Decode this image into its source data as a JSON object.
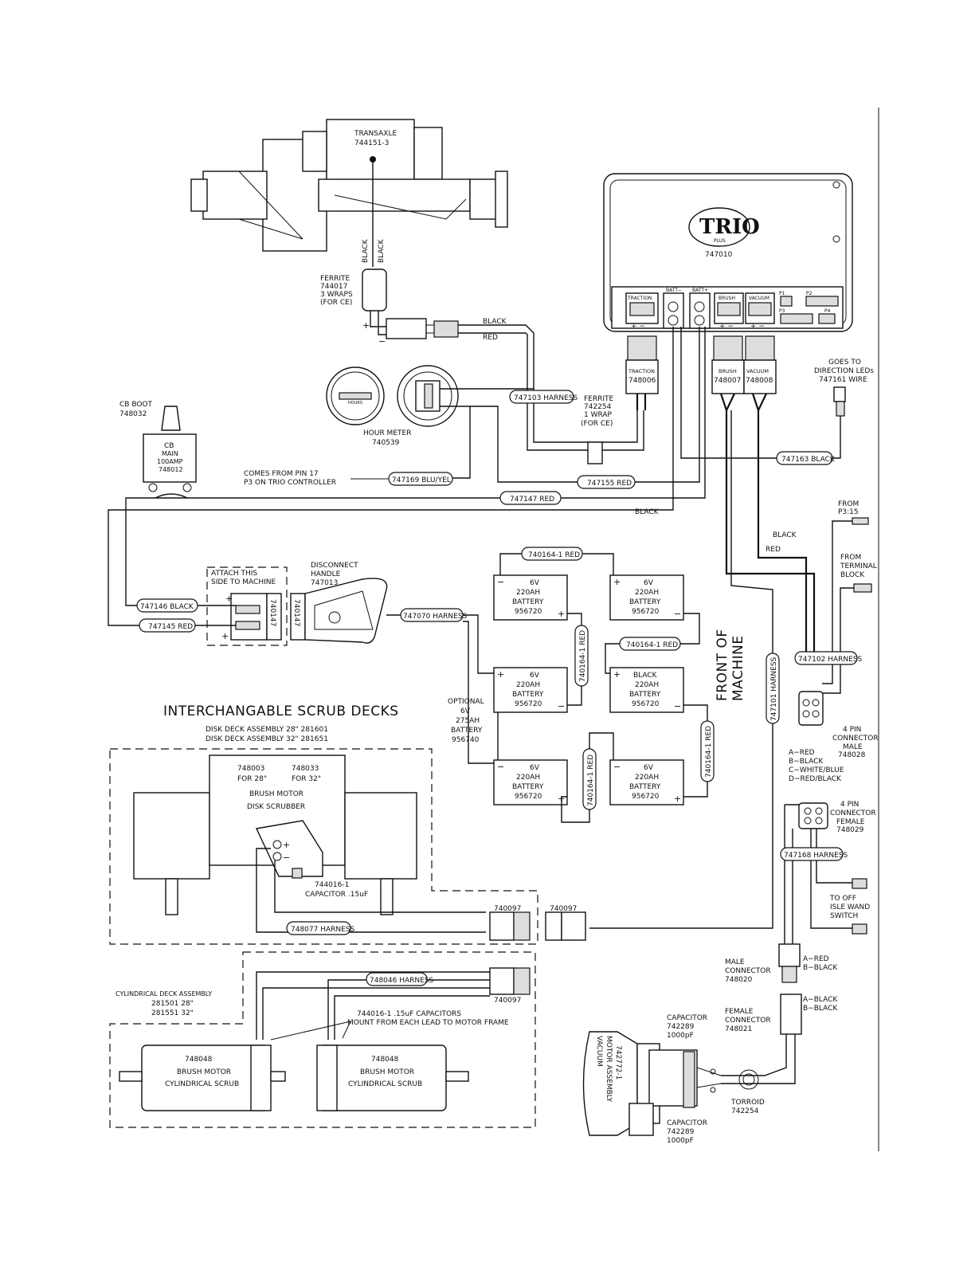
{
  "transaxle": {
    "name": "TRANSAXLE",
    "part": "744151-3",
    "wire_a": "BLACK",
    "wire_b": "BLACK"
  },
  "ferrite_1": {
    "l1": "FERRITE",
    "l2": "744017",
    "l3": "3 WRAPS",
    "l4": "(FOR CE)"
  },
  "motor_leads": {
    "black": "BLACK",
    "red": "RED",
    "plus": "+",
    "minus": "−"
  },
  "controller": {
    "logo": "TRIO",
    "logo_sub": "PLUS",
    "part": "747010",
    "traction": "TRACTION",
    "batt_neg": "BATT−",
    "batt_pos": "BATT+",
    "brush": "BRUSH",
    "vacuum": "VACUUM",
    "p1": "P1",
    "p2": "P2",
    "p3": "P3",
    "p4": "P4",
    "pm": "+ −"
  },
  "connectors": {
    "traction": "TRACTION",
    "traction_part": "748006",
    "brush": "BRUSH",
    "brush_part": "748007",
    "vacuum": "VACUUM",
    "vacuum_part": "748008"
  },
  "direction_leds": {
    "l1": "GOES TO",
    "l2": "DIRECTION LEDs",
    "l3": "747161 WIRE"
  },
  "hour_meter": {
    "face": "HOURS",
    "name": "HOUR METER",
    "part": "740539"
  },
  "harness_labels": {
    "h747103": "747103 HARNESS",
    "h747163": "747163 BLACK",
    "h747155": "747155 RED",
    "h747147": "747147 RED",
    "h747169": "747169 BLU/YEL",
    "h747146": "747146 BLACK",
    "h747145": "747145 RED",
    "h747070": "747070 HARNESS",
    "r740164_top": "740164-1 RED",
    "r740164_mid": "740164-1 RED",
    "r740164_v1": "740164-1 RED",
    "r740164_v2": "740164-1 RED",
    "r740164_v3": "740164-1 RED",
    "h747101": "747101 HARNESS",
    "h747102": "747102 HARNESS",
    "h747168": "747168 HARNESS",
    "h748077": "748077 HARNESS",
    "h748046": "748046 HARNESS"
  },
  "ferrite_2": {
    "l1": "FERRITE",
    "l2": "742254",
    "l3": "1 WRAP",
    "l4": "(FOR CE)"
  },
  "cb_boot": {
    "l1": "CB BOOT",
    "l2": "748032"
  },
  "cb_main": {
    "l1": "CB",
    "l2": "MAIN",
    "l3": "100AMP",
    "l4": "748012"
  },
  "pin17": {
    "l1": "COMES FROM PIN 17",
    "l2": "P3 ON TRIO CONTROLLER"
  },
  "wire_black": "BLACK",
  "machine_side": {
    "l1": "ATTACH THIS",
    "l2": "SIDE TO MACHINE",
    "part": "740147",
    "part2": "740147"
  },
  "disconnect": {
    "l1": "DISCONNECT",
    "l2": "HANDLE",
    "l3": "747013"
  },
  "batteries": [
    {
      "l1": "6V",
      "l2": "220AH",
      "l3": "BATTERY",
      "l4": "956720"
    },
    {
      "l1": "6V",
      "l2": "220AH",
      "l3": "BATTERY",
      "l4": "956720"
    },
    {
      "l1": "6V",
      "l2": "220AH",
      "l3": "BATTERY",
      "l4": "956720"
    },
    {
      "l1": "BLACK",
      "l2": "220AH",
      "l3": "BATTERY",
      "l4": "956720"
    },
    {
      "l1": "6V",
      "l2": "220AH",
      "l3": "BATTERY",
      "l4": "956720"
    },
    {
      "l1": "6V",
      "l2": "220AH",
      "l3": "BATTERY",
      "l4": "956720"
    }
  ],
  "optional_batt": {
    "l1": "OPTIONAL",
    "l2": "6V",
    "l3": "275AH",
    "l4": "BATTERY",
    "l5": "956740"
  },
  "front": {
    "l1": "FRONT OF",
    "l2": "MACHINE"
  },
  "right_side": {
    "from_p3": "FROM",
    "from_p3_b": "P3:15",
    "from_tb1": "FROM",
    "from_tb2": "TERMINAL",
    "from_tb3": "BLOCK",
    "black": "BLACK",
    "red": "RED",
    "male4_1": "4 PIN",
    "male4_2": "CONNECTOR",
    "male4_3": "MALE",
    "male4_4": "748028",
    "pins_a": "A−RED",
    "pins_b": "B−BLACK",
    "pins_c": "C−WHITE/BLUE",
    "pins_d": "D−RED/BLACK",
    "fem4_1": "4 PIN",
    "fem4_2": "CONNECTOR",
    "fem4_3": "FEMALE",
    "fem4_4": "748029",
    "wand1": "TO OFF",
    "wand2": "ISLE WAND",
    "wand3": "SWITCH",
    "male_c1": "MALE",
    "male_c2": "CONNECTOR",
    "male_c3": "748020",
    "male_a": "A−RED",
    "male_b": "B−BLACK",
    "fem_c1": "FEMALE",
    "fem_c2": "CONNECTOR",
    "fem_c3": "748021",
    "fem_a": "A−BLACK",
    "fem_b": "B−BLACK",
    "cap1_1": "CAPACITOR",
    "cap1_2": "742289",
    "cap1_3": "1000pF",
    "cap2_1": "CAPACITOR",
    "cap2_2": "742289",
    "cap2_3": "1000pF",
    "torroid1": "TORROID",
    "torroid2": "742254",
    "vac1": "VACUUM",
    "vac2": "MOTOR ASSEMBLY",
    "vac3": "742772-1"
  },
  "scrub": {
    "title": "INTERCHANGABLE SCRUB DECKS",
    "disk1": "DISK DECK ASSEMBLY 28\" 281601",
    "disk2": "DISK DECK ASSEMBLY 32\" 281651",
    "motor_a": "748003",
    "motor_b": "748033",
    "for28": "FOR 28\"",
    "for32": "FOR 32\"",
    "bm1": "BRUSH MOTOR",
    "bm2": "DISK SCRUBBER",
    "cap1": "744016-1",
    "cap2": "CAPACITOR .15uF",
    "c740097a": "740097",
    "c740097b": "740097",
    "c740097c": "740097",
    "cyl1": "CYLINDRICAL DECK ASSEMBLY",
    "cyl2": "281501 28\"",
    "cyl3": "281551 32\"",
    "caps1": "744016-1 .15uF CAPACITORS",
    "caps2": "MOUNT FROM EACH LEAD TO MOTOR FRAME",
    "cm_part": "748048",
    "cm1": "BRUSH MOTOR",
    "cm2": "CYLINDRICAL SCRUB",
    "cm_part2": "748048",
    "cm1b": "BRUSH MOTOR",
    "cm2b": "CYLINDRICAL SCRUB"
  }
}
